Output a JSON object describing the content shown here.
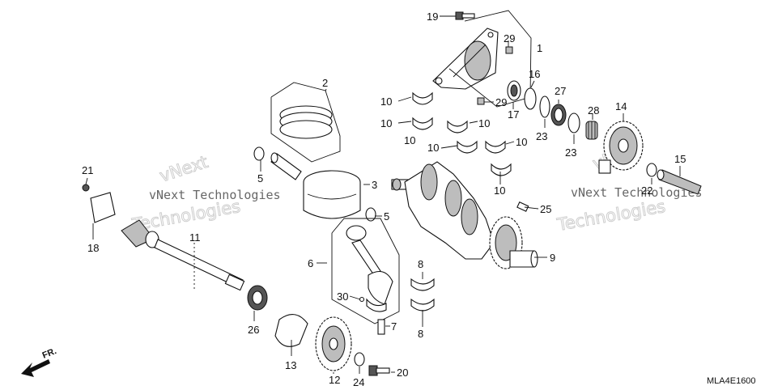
{
  "diagram": {
    "callouts": [
      {
        "id": "c1",
        "label": "1"
      },
      {
        "id": "c2",
        "label": "2"
      },
      {
        "id": "c3",
        "label": "3"
      },
      {
        "id": "c4",
        "label": "5"
      },
      {
        "id": "c5",
        "label": "5"
      },
      {
        "id": "c6",
        "label": "6"
      },
      {
        "id": "c7",
        "label": "7"
      },
      {
        "id": "c8",
        "label": "8"
      },
      {
        "id": "c9",
        "label": "8"
      },
      {
        "id": "c10",
        "label": "9"
      },
      {
        "id": "c11",
        "label": "10"
      },
      {
        "id": "c12",
        "label": "10"
      },
      {
        "id": "c13",
        "label": "10"
      },
      {
        "id": "c14",
        "label": "10"
      },
      {
        "id": "c15",
        "label": "10"
      },
      {
        "id": "c16",
        "label": "10"
      },
      {
        "id": "c17",
        "label": "10"
      },
      {
        "id": "c18",
        "label": "11"
      },
      {
        "id": "c19",
        "label": "12"
      },
      {
        "id": "c20",
        "label": "13"
      },
      {
        "id": "c21",
        "label": "14"
      },
      {
        "id": "c22",
        "label": "15"
      },
      {
        "id": "c23",
        "label": "16"
      },
      {
        "id": "c24",
        "label": "17"
      },
      {
        "id": "c25",
        "label": "18"
      },
      {
        "id": "c26",
        "label": "19"
      },
      {
        "id": "c27",
        "label": "20"
      },
      {
        "id": "c28",
        "label": "21"
      },
      {
        "id": "c29",
        "label": "22"
      },
      {
        "id": "c30",
        "label": "23"
      },
      {
        "id": "c31",
        "label": "23"
      },
      {
        "id": "c32",
        "label": "24"
      },
      {
        "id": "c33",
        "label": "25"
      },
      {
        "id": "c34",
        "label": "26"
      },
      {
        "id": "c35",
        "label": "27"
      },
      {
        "id": "c36",
        "label": "28"
      },
      {
        "id": "c37",
        "label": "29"
      },
      {
        "id": "c38",
        "label": "29"
      },
      {
        "id": "c39",
        "label": "30"
      }
    ],
    "front_label": "FR.",
    "diagram_code": "MLA4E1600",
    "watermark": {
      "line1": "vNext Technologies",
      "line2": "Technologies",
      "line3": "vNext"
    }
  }
}
